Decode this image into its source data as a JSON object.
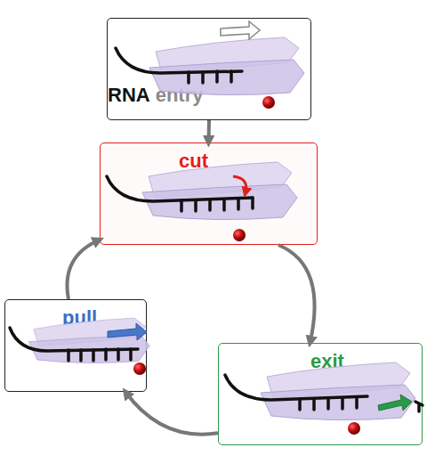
{
  "diagram": {
    "nodes": [
      {
        "text": [
          "RNA",
          "entry"
        ]
      },
      {
        "text": [
          "cut"
        ]
      },
      {
        "text": [
          "pull"
        ]
      },
      {
        "text": [
          "exit"
        ]
      }
    ],
    "edges": [
      {
        "from": 0,
        "to": 1,
        "arrow": "to"
      },
      {
        "from": 1,
        "to": 3,
        "arrow": "to"
      },
      {
        "from": 3,
        "to": 2,
        "arrow": "to"
      },
      {
        "from": 2,
        "to": 1,
        "arrow": "to"
      }
    ]
  }
}
